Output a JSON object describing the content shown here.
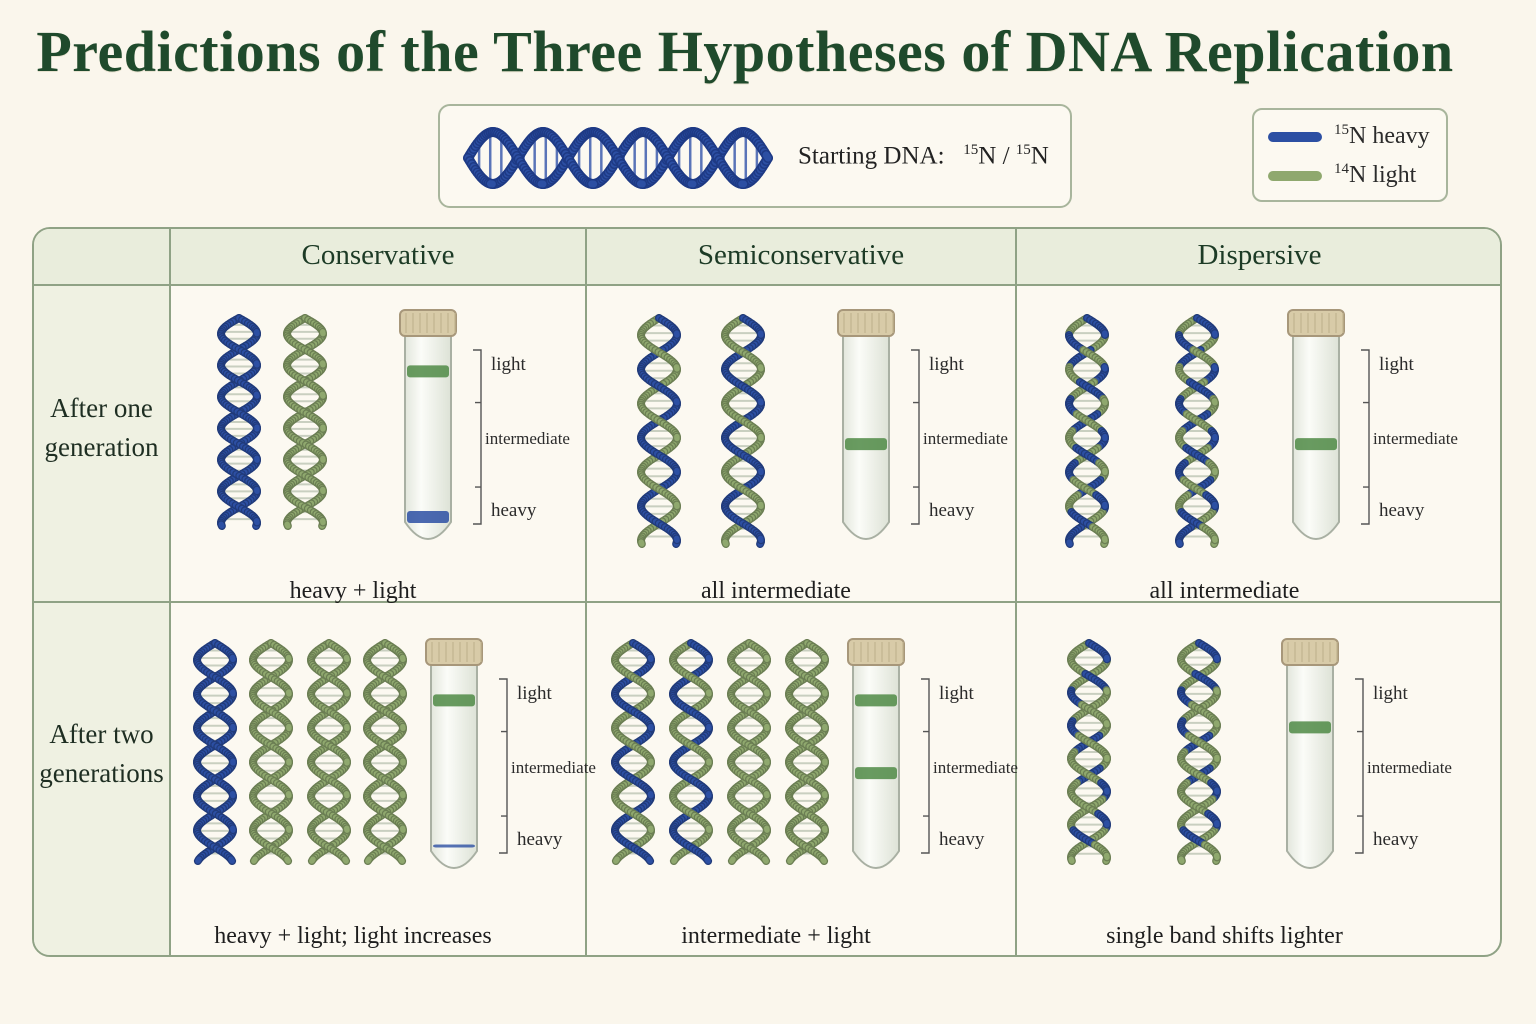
{
  "title": "Predictions of the Three Hypotheses of DNA Replication",
  "colors": {
    "heavy": "#2c4fa3",
    "light": "#8fa86e",
    "heading": "#1f4a2c",
    "border": "#8fa285"
  },
  "starting": {
    "label": "Starting DNA:",
    "iso_a_mass": "15",
    "iso_a_sym": "N",
    "separator": " / ",
    "iso_b_mass": "15",
    "iso_b_sym": "N"
  },
  "legend": {
    "heavy": {
      "mass": "15",
      "text": "N heavy"
    },
    "light": {
      "mass": "14",
      "text": "N light"
    }
  },
  "columns": [
    "Conservative",
    "Semiconservative",
    "Dispersive"
  ],
  "rows": [
    {
      "line1": "After one",
      "line2": "generation"
    },
    {
      "line1": "After two",
      "line2": "generations"
    }
  ],
  "tube_scale": {
    "top": "light",
    "middle": "intermediate",
    "bottom": "heavy"
  },
  "cells": [
    {
      "id": "cons-gen1",
      "caption": "heavy + light",
      "helices": [
        "heavy",
        "light"
      ],
      "bands": [
        {
          "level": "light",
          "type": "light"
        },
        {
          "level": "heavy",
          "type": "heavy"
        }
      ]
    },
    {
      "id": "semi-gen1",
      "caption": "all intermediate",
      "helices": [
        "hybrid",
        "hybrid"
      ],
      "bands": [
        {
          "level": "intermediate",
          "type": "light"
        }
      ]
    },
    {
      "id": "disp-gen1",
      "caption": "all intermediate",
      "helices": [
        "mixed",
        "mixed"
      ],
      "bands": [
        {
          "level": "intermediate",
          "type": "light"
        }
      ]
    },
    {
      "id": "cons-gen2",
      "caption": "heavy + light;  light increases",
      "helices": [
        "heavy",
        "light",
        "light",
        "light"
      ],
      "bands": [
        {
          "level": "light",
          "type": "light"
        },
        {
          "level": "heavy",
          "type": "heavy-thin"
        }
      ]
    },
    {
      "id": "semi-gen2",
      "caption": "intermediate + light",
      "helices": [
        "hybrid",
        "hybrid",
        "light",
        "light"
      ],
      "bands": [
        {
          "level": "light",
          "type": "light"
        },
        {
          "level": "intermediate",
          "type": "light"
        }
      ]
    },
    {
      "id": "disp-gen2",
      "caption": "single band shifts lighter",
      "helices": [
        "mixed-light",
        "mixed-light"
      ],
      "bands": [
        {
          "level": "light-intermediate",
          "type": "light"
        }
      ]
    }
  ]
}
